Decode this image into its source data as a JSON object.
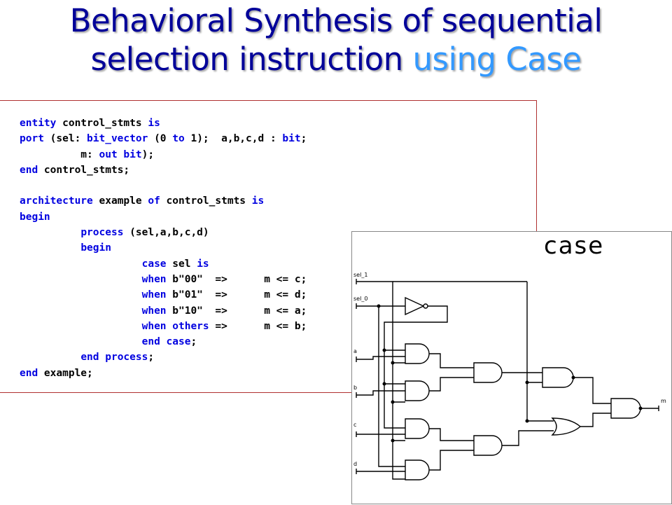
{
  "slide": {
    "title_main": "Behavioral Synthesis of sequential selection instruction",
    "title_highlight": "using Case"
  },
  "code": [
    [
      {
        "t": "entity",
        "k": true
      },
      {
        "t": " control_stmts "
      },
      {
        "t": "is",
        "k": true
      }
    ],
    [
      {
        "t": "port",
        "k": true
      },
      {
        "t": " (sel: "
      },
      {
        "t": "bit_vector",
        "k": true
      },
      {
        "t": " (0 "
      },
      {
        "t": "to",
        "k": true
      },
      {
        "t": " 1);  a,b,c,d : "
      },
      {
        "t": "bit",
        "k": true
      },
      {
        "t": ";"
      }
    ],
    [
      {
        "t": "          m: "
      },
      {
        "t": "out bit",
        "k": true
      },
      {
        "t": ");"
      }
    ],
    [
      {
        "t": "end",
        "k": true
      },
      {
        "t": " control_stmts;"
      }
    ],
    [
      {
        "t": ""
      }
    ],
    [
      {
        "t": "architecture",
        "k": true
      },
      {
        "t": " example "
      },
      {
        "t": "of",
        "k": true
      },
      {
        "t": " control_stmts "
      },
      {
        "t": "is",
        "k": true
      }
    ],
    [
      {
        "t": "begin",
        "k": true
      }
    ],
    [
      {
        "t": "          "
      },
      {
        "t": "process",
        "k": true
      },
      {
        "t": " (sel,a,b,c,d)"
      }
    ],
    [
      {
        "t": "          "
      },
      {
        "t": "begin",
        "k": true
      }
    ],
    [
      {
        "t": "                    "
      },
      {
        "t": "case",
        "k": true
      },
      {
        "t": " sel "
      },
      {
        "t": "is",
        "k": true
      }
    ],
    [
      {
        "t": "                    "
      },
      {
        "t": "when",
        "k": true
      },
      {
        "t": " b\"00\"  =>      m <= c;"
      }
    ],
    [
      {
        "t": "                    "
      },
      {
        "t": "when",
        "k": true
      },
      {
        "t": " b\"01\"  =>      m <= d;"
      }
    ],
    [
      {
        "t": "                    "
      },
      {
        "t": "when",
        "k": true
      },
      {
        "t": " b\"10\"  =>      m <= a;"
      }
    ],
    [
      {
        "t": "                    "
      },
      {
        "t": "when others",
        "k": true
      },
      {
        "t": " =>      m <= b;"
      }
    ],
    [
      {
        "t": "                    "
      },
      {
        "t": "end case",
        "k": true
      },
      {
        "t": ";"
      }
    ],
    [
      {
        "t": "          "
      },
      {
        "t": "end process",
        "k": true
      },
      {
        "t": ";"
      }
    ],
    [
      {
        "t": "end",
        "k": true
      },
      {
        "t": " example;"
      }
    ]
  ],
  "diagram": {
    "heading": "case",
    "ports": {
      "sel_1": "sel_1",
      "sel_0": "sel_0",
      "a": "a",
      "b": "b",
      "c": "c",
      "d": "d",
      "m": "m"
    }
  }
}
